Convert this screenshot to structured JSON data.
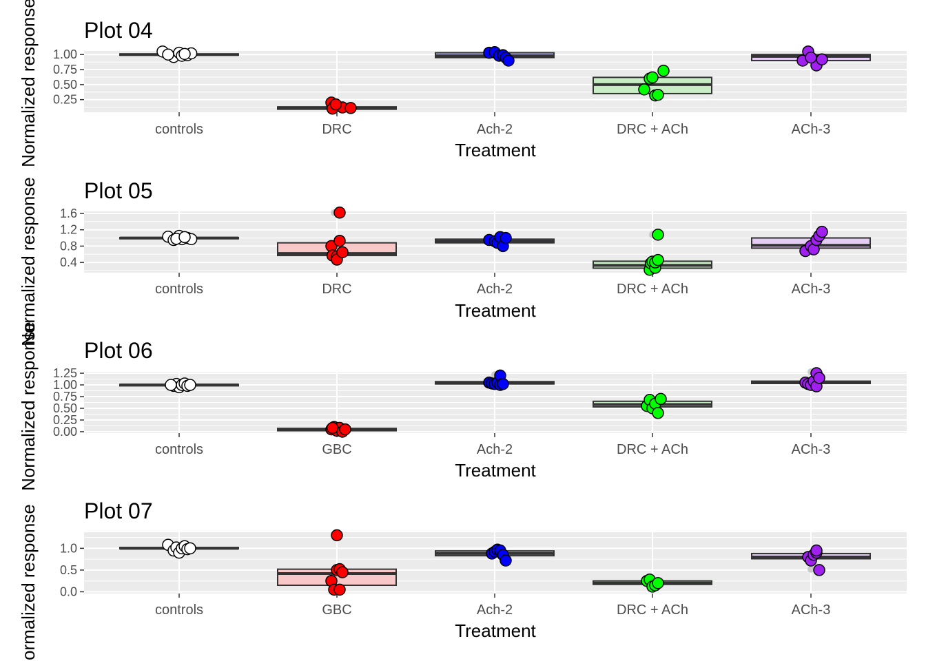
{
  "figure": {
    "background": "#ffffff"
  },
  "style": {
    "panel_bg": "#EBEBEB",
    "grid_color": "#FFFFFF",
    "text_color": "#000000",
    "tick_text_color": "#4D4D4D",
    "box_line_color": "#333333",
    "outlier_color": "#BEBEBE",
    "group_colors": {
      "controls": "#FFFFFF",
      "DRC": "#FF0000",
      "GBC": "#FF0000",
      "Ach-2": "#0000FF",
      "DRC + ACh": "#00FF00",
      "ACh-3": "#A020F0"
    },
    "box_fills": {
      "controls": "#FFFFFF",
      "DRC": "#F8C8C8",
      "GBC": "#F8C8C8",
      "Ach-2": "#C8C8F8",
      "DRC + ACh": "#C8ECC4",
      "ACh-3": "#E4CCF4"
    }
  },
  "chart_data": [
    {
      "type": "box",
      "title": "Plot 04",
      "xlabel": "Treatment",
      "ylabel": "Normalized response",
      "categories": [
        "controls",
        "DRC",
        "Ach-2",
        "DRC + ACh",
        "ACh-3"
      ],
      "ylim": [
        0.04,
        1.06
      ],
      "yticks": [
        0.25,
        0.5,
        0.75,
        1.0
      ],
      "ytick_labels": [
        "0.25",
        "0.50",
        "0.75",
        "1.00"
      ],
      "boxes": [
        {
          "q1": 0.99,
          "median": 1.0,
          "q3": 1.01
        },
        {
          "q1": 0.09,
          "median": 0.11,
          "q3": 0.13
        },
        {
          "q1": 0.95,
          "median": 0.98,
          "q3": 1.03
        },
        {
          "q1": 0.35,
          "median": 0.5,
          "q3": 0.62
        },
        {
          "q1": 0.9,
          "median": 0.97,
          "q3": 1.0
        }
      ],
      "points": [
        [
          [
            -0.3,
            1.05
          ],
          [
            -0.1,
            0.96
          ],
          [
            0.0,
            1.03
          ],
          [
            0.05,
            0.98
          ],
          [
            0.15,
            0.99
          ],
          [
            0.22,
            1.02
          ],
          [
            -0.2,
            1.0
          ],
          [
            0.1,
            1.01
          ]
        ],
        [
          [
            -0.1,
            0.2
          ],
          [
            -0.05,
            0.14
          ],
          [
            -0.08,
            0.1
          ],
          [
            0.1,
            0.12
          ],
          [
            0.25,
            0.11
          ],
          [
            -0.02,
            0.17
          ]
        ],
        [
          [
            -0.1,
            1.03
          ],
          [
            0.0,
            1.04
          ],
          [
            0.08,
            0.98
          ],
          [
            0.15,
            0.99
          ],
          [
            0.2,
            0.95
          ],
          [
            0.25,
            0.9
          ]
        ],
        [
          [
            -0.15,
            0.42
          ],
          [
            -0.05,
            0.6
          ],
          [
            0.0,
            0.62
          ],
          [
            0.05,
            0.32
          ],
          [
            0.1,
            0.33
          ],
          [
            0.2,
            0.73
          ]
        ],
        [
          [
            -0.15,
            0.9
          ],
          [
            -0.05,
            1.05
          ],
          [
            0.1,
            0.82
          ],
          [
            0.2,
            0.92
          ],
          [
            0.0,
            0.95
          ]
        ]
      ],
      "outliers": []
    },
    {
      "type": "box",
      "title": "Plot 05",
      "xlabel": "Treatment",
      "ylabel": "Normalized response",
      "categories": [
        "controls",
        "DRC",
        "Ach-2",
        "DRC + ACh",
        "ACh-3"
      ],
      "ylim": [
        0.15,
        1.65
      ],
      "yticks": [
        0.4,
        0.8,
        1.2,
        1.6
      ],
      "ytick_labels": [
        "0.4",
        "0.8",
        "1.2",
        "1.6"
      ],
      "boxes": [
        {
          "q1": 0.98,
          "median": 1.0,
          "q3": 1.01
        },
        {
          "q1": 0.57,
          "median": 0.62,
          "q3": 0.88
        },
        {
          "q1": 0.88,
          "median": 0.92,
          "q3": 0.97
        },
        {
          "q1": 0.26,
          "median": 0.33,
          "q3": 0.43
        },
        {
          "q1": 0.75,
          "median": 0.82,
          "q3": 1.0
        }
      ],
      "points": [
        [
          [
            -0.2,
            1.03
          ],
          [
            -0.1,
            0.95
          ],
          [
            0.0,
            1.05
          ],
          [
            0.05,
            0.97
          ],
          [
            0.15,
            1.0
          ],
          [
            0.22,
            0.97
          ],
          [
            -0.05,
            0.98
          ],
          [
            0.1,
            1.02
          ]
        ],
        [
          [
            -0.1,
            0.8
          ],
          [
            -0.08,
            0.57
          ],
          [
            0.0,
            0.55
          ],
          [
            0.0,
            0.47
          ],
          [
            0.05,
            1.62
          ],
          [
            0.05,
            0.93
          ],
          [
            0.1,
            0.65
          ]
        ],
        [
          [
            -0.1,
            0.95
          ],
          [
            0.0,
            0.92
          ],
          [
            0.05,
            0.88
          ],
          [
            0.1,
            1.02
          ],
          [
            0.15,
            0.8
          ],
          [
            0.2,
            1.0
          ]
        ],
        [
          [
            -0.05,
            0.22
          ],
          [
            -0.03,
            0.38
          ],
          [
            0.0,
            0.42
          ],
          [
            0.05,
            0.27
          ],
          [
            0.05,
            0.4
          ],
          [
            0.1,
            0.46
          ],
          [
            0.1,
            1.08
          ]
        ],
        [
          [
            -0.1,
            0.68
          ],
          [
            0.0,
            0.8
          ],
          [
            0.05,
            0.72
          ],
          [
            0.1,
            0.95
          ],
          [
            0.15,
            1.05
          ],
          [
            0.2,
            1.15
          ]
        ]
      ],
      "outliers": [
        [
          1,
          -0.05,
          1.62
        ],
        [
          3,
          0.0,
          1.08
        ]
      ]
    },
    {
      "type": "box",
      "title": "Plot 06",
      "xlabel": "Treatment",
      "ylabel": "Normalized response",
      "categories": [
        "controls",
        "GBC",
        "Ach-2",
        "DRC + ACh",
        "ACh-3"
      ],
      "ylim": [
        -0.03,
        1.28
      ],
      "yticks": [
        0.0,
        0.25,
        0.5,
        0.75,
        1.0,
        1.25
      ],
      "ytick_labels": [
        "0.00",
        "0.25",
        "0.50",
        "0.75",
        "1.00",
        "1.25"
      ],
      "boxes": [
        {
          "q1": 0.98,
          "median": 1.0,
          "q3": 1.01
        },
        {
          "q1": 0.02,
          "median": 0.05,
          "q3": 0.07
        },
        {
          "q1": 1.02,
          "median": 1.05,
          "q3": 1.07
        },
        {
          "q1": 0.53,
          "median": 0.58,
          "q3": 0.65
        },
        {
          "q1": 1.03,
          "median": 1.06,
          "q3": 1.08
        }
      ],
      "points": [
        [
          [
            -0.1,
            0.98
          ],
          [
            -0.05,
            1.02
          ],
          [
            0.0,
            0.95
          ],
          [
            0.05,
            1.0
          ],
          [
            0.1,
            1.03
          ],
          [
            0.15,
            0.98
          ],
          [
            0.2,
            1.0
          ],
          [
            -0.15,
            1.0
          ]
        ],
        [
          [
            -0.1,
            0.05
          ],
          [
            -0.05,
            0.1
          ],
          [
            0.0,
            0.02
          ],
          [
            0.05,
            0.08
          ],
          [
            0.1,
            0.0
          ],
          [
            0.15,
            0.05
          ],
          [
            -0.08,
            0.08
          ]
        ],
        [
          [
            -0.1,
            1.05
          ],
          [
            -0.05,
            1.03
          ],
          [
            0.0,
            1.02
          ],
          [
            0.05,
            1.05
          ],
          [
            0.1,
            1.2
          ],
          [
            0.1,
            1.0
          ],
          [
            0.15,
            1.02
          ]
        ],
        [
          [
            -0.1,
            0.55
          ],
          [
            -0.05,
            0.68
          ],
          [
            0.0,
            0.5
          ],
          [
            0.05,
            0.6
          ],
          [
            0.1,
            0.4
          ],
          [
            0.15,
            0.7
          ]
        ],
        [
          [
            -0.1,
            1.05
          ],
          [
            -0.05,
            1.02
          ],
          [
            0.0,
            1.0
          ],
          [
            0.05,
            1.08
          ],
          [
            0.1,
            1.25
          ],
          [
            0.1,
            0.97
          ],
          [
            0.15,
            1.15
          ]
        ]
      ],
      "outliers": [
        [
          2,
          0.0,
          1.22
        ],
        [
          4,
          0.0,
          1.28
        ]
      ]
    },
    {
      "type": "box",
      "title": "Plot 07",
      "xlabel": "Treatment",
      "ylabel": "Normalized response",
      "categories": [
        "controls",
        "GBC",
        "Ach-2",
        "DRC + ACh",
        "ACh-3"
      ],
      "ylim": [
        -0.04,
        1.37
      ],
      "yticks": [
        0.0,
        0.5,
        1.0
      ],
      "ytick_labels": [
        "0.0",
        "0.5",
        "1.0"
      ],
      "boxes": [
        {
          "q1": 0.99,
          "median": 1.0,
          "q3": 1.02
        },
        {
          "q1": 0.15,
          "median": 0.42,
          "q3": 0.52
        },
        {
          "q1": 0.83,
          "median": 0.88,
          "q3": 0.94
        },
        {
          "q1": 0.17,
          "median": 0.2,
          "q3": 0.25
        },
        {
          "q1": 0.76,
          "median": 0.8,
          "q3": 0.88
        }
      ],
      "points": [
        [
          [
            -0.2,
            1.08
          ],
          [
            -0.1,
            0.95
          ],
          [
            -0.05,
            1.02
          ],
          [
            0.0,
            0.9
          ],
          [
            0.05,
            1.0
          ],
          [
            0.1,
            1.05
          ],
          [
            0.15,
            0.98
          ],
          [
            0.2,
            1.0
          ]
        ],
        [
          [
            -0.1,
            0.25
          ],
          [
            -0.05,
            0.05
          ],
          [
            0.0,
            0.5
          ],
          [
            0.05,
            0.52
          ],
          [
            0.05,
            0.05
          ],
          [
            0.1,
            0.45
          ],
          [
            0.0,
            1.3
          ]
        ],
        [
          [
            -0.05,
            0.88
          ],
          [
            0.0,
            0.92
          ],
          [
            0.05,
            0.97
          ],
          [
            0.1,
            0.95
          ],
          [
            0.15,
            0.85
          ],
          [
            0.2,
            0.72
          ]
        ],
        [
          [
            -0.1,
            0.25
          ],
          [
            -0.05,
            0.28
          ],
          [
            0.0,
            0.12
          ],
          [
            0.05,
            0.15
          ],
          [
            0.1,
            0.2
          ]
        ],
        [
          [
            -0.05,
            0.8
          ],
          [
            0.0,
            0.72
          ],
          [
            0.05,
            0.85
          ],
          [
            0.1,
            0.9
          ],
          [
            0.1,
            0.95
          ],
          [
            0.15,
            0.5
          ]
        ]
      ],
      "outliers": [
        [
          4,
          0.0,
          0.52
        ]
      ]
    }
  ]
}
